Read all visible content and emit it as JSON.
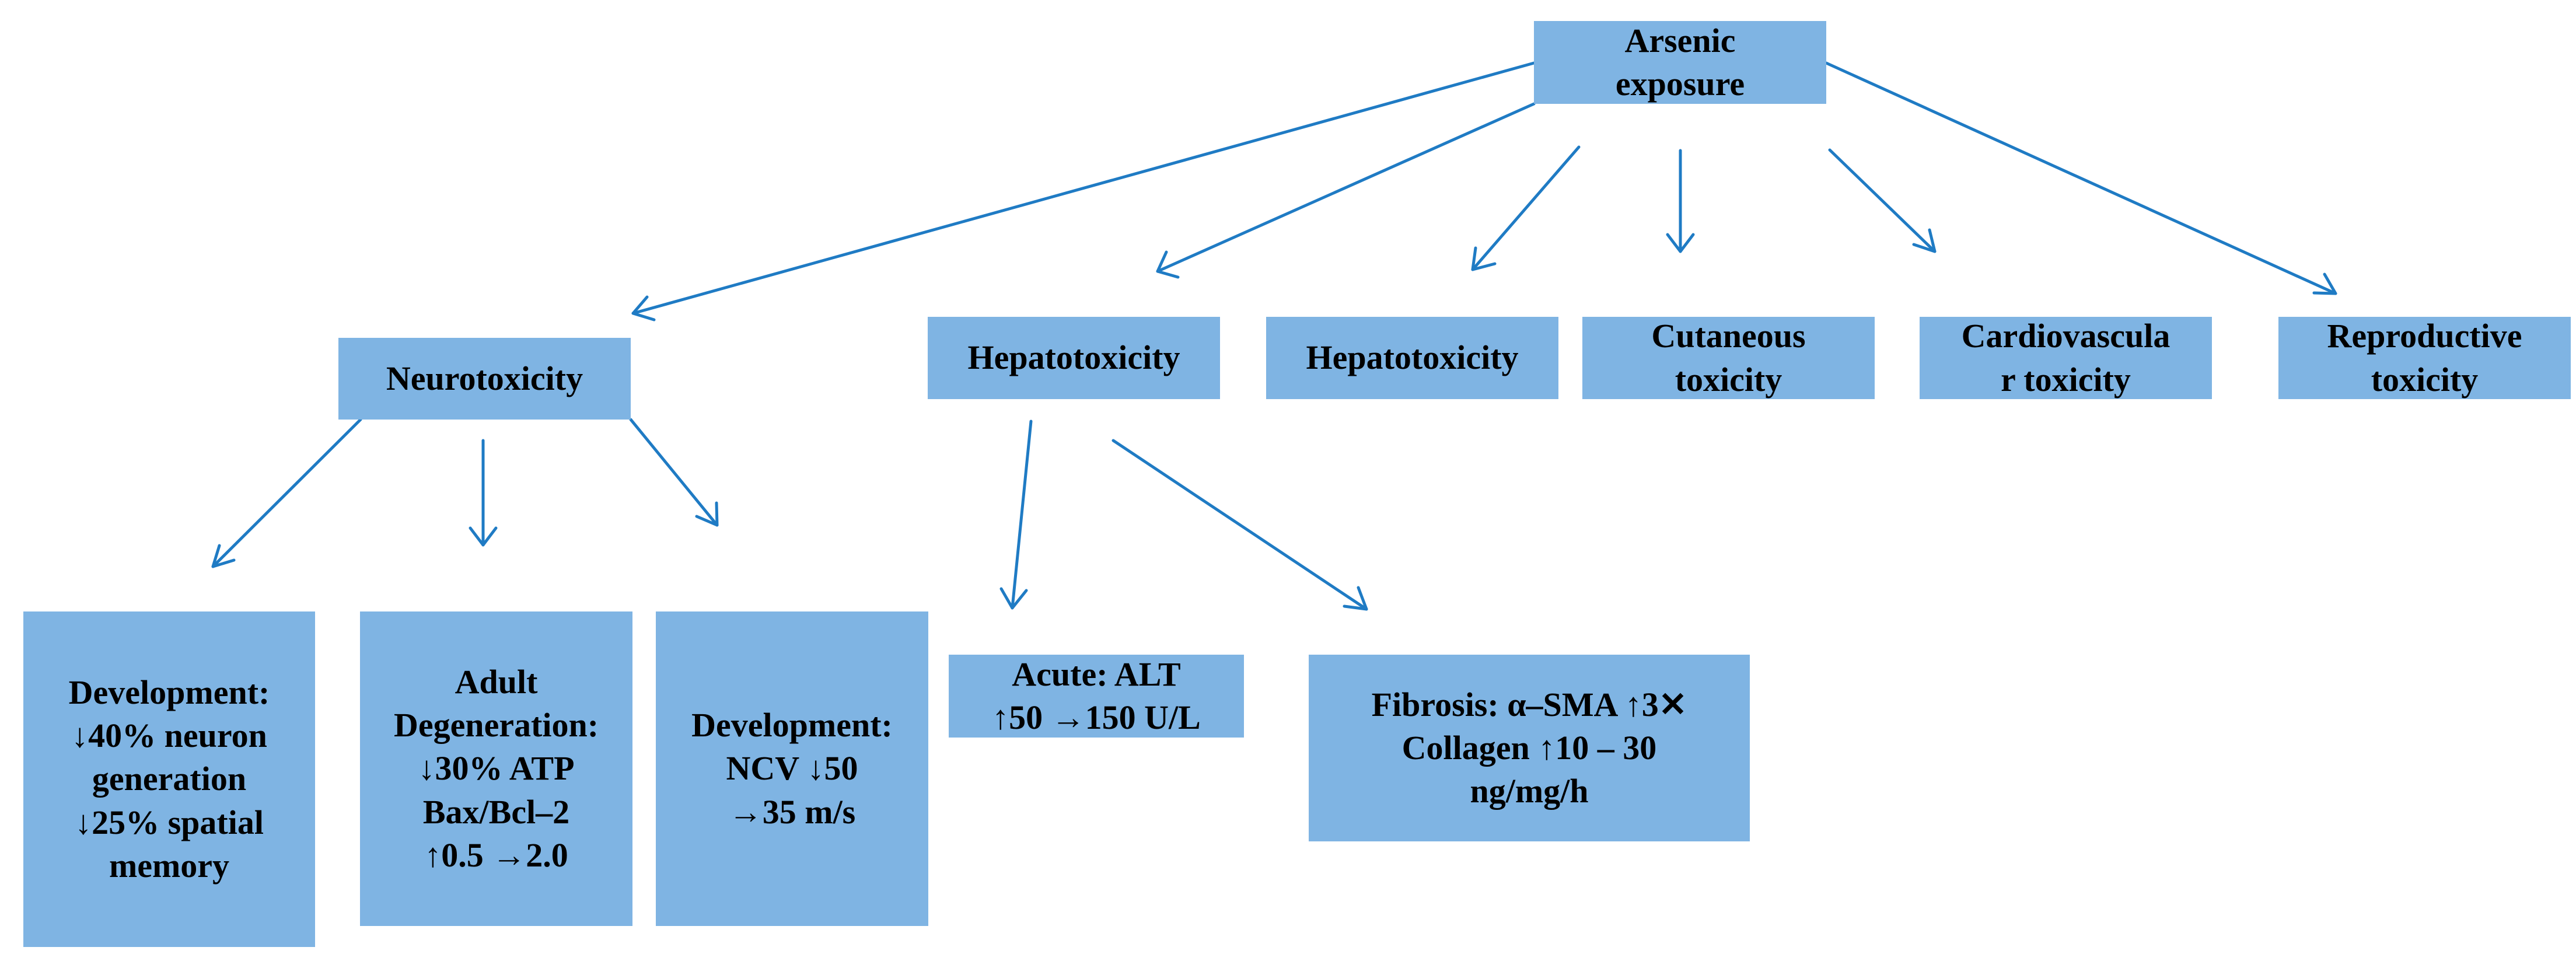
{
  "colors": {
    "box_fill": "#7fb4e3",
    "arrow": "#1f7bc4",
    "text": "#000000"
  },
  "nodes": {
    "root": {
      "lines": [
        "Arsenic",
        "exposure"
      ]
    },
    "neurotoxicity": {
      "lines": [
        "Neurotoxicity"
      ]
    },
    "hepatotoxicity_1": {
      "lines": [
        "Hepatotoxicity"
      ]
    },
    "hepatotoxicity_2": {
      "lines": [
        "Hepatotoxicity"
      ]
    },
    "cutaneous": {
      "lines": [
        "Cutaneous",
        "toxicity"
      ]
    },
    "cardiovascular": {
      "lines": [
        "Cardiovascula",
        "r toxicity"
      ]
    },
    "reproductive": {
      "lines": [
        "Reproductive",
        "toxicity"
      ]
    },
    "development_neuron": {
      "lines": [
        "Development:",
        "↓40% neuron",
        "generation",
        "↓25% spatial",
        "memory"
      ]
    },
    "adult_degeneration": {
      "lines": [
        "Adult",
        "Degeneration:",
        "↓30% ATP",
        "Bax/Bcl–2",
        "↑0.5 →2.0"
      ]
    },
    "development_ncv": {
      "lines": [
        "Development:",
        "NCV ↓50",
        "→35 m/s"
      ]
    },
    "acute_alt": {
      "lines": [
        "Acute: ALT",
        "↑50 →150 U/L"
      ]
    },
    "fibrosis": {
      "lines": [
        "Fibrosis: α–SMA ↑3✕",
        "Collagen ↑10 – 30",
        "ng/mg/h"
      ]
    }
  }
}
